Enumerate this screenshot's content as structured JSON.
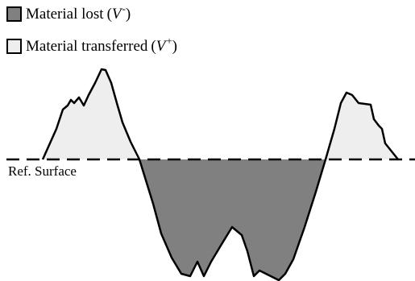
{
  "legend": {
    "lost": {
      "label": "Material lost",
      "symbol": "V",
      "superscript": "-",
      "color": "#808080"
    },
    "transferred": {
      "label": "Material transferred",
      "symbol": "V",
      "superscript": "+",
      "color": "#eeeeee"
    }
  },
  "reference_line": {
    "label": "Ref. Surface"
  },
  "colors": {
    "outline": "#000000",
    "lost_fill": "#808080",
    "transferred_fill": "#eeeeee"
  }
}
